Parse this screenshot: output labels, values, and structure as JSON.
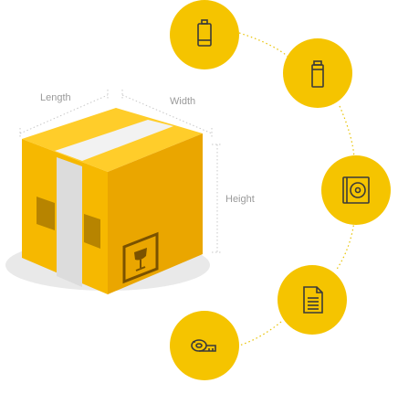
{
  "box": {
    "dimensions": {
      "length_label": "Length",
      "width_label": "Width",
      "height_label": "Height"
    },
    "symbol": "fragile-glass-icon"
  },
  "items": [
    {
      "name": "battery-icon",
      "order": 1
    },
    {
      "name": "spray-can-icon",
      "order": 2
    },
    {
      "name": "cd-case-icon",
      "order": 3
    },
    {
      "name": "document-icon",
      "order": 4
    },
    {
      "name": "tape-measure-icon",
      "order": 5
    }
  ],
  "colors": {
    "circle": "#f5c400",
    "box_front": "#f6b800",
    "box_side": "#e8a200",
    "box_top": "#ffc91a",
    "tape": "#e0e0e0",
    "icon_stroke": "#3a3a3a",
    "dotted_line": "#e8c200",
    "label": "#9a9a9a"
  }
}
